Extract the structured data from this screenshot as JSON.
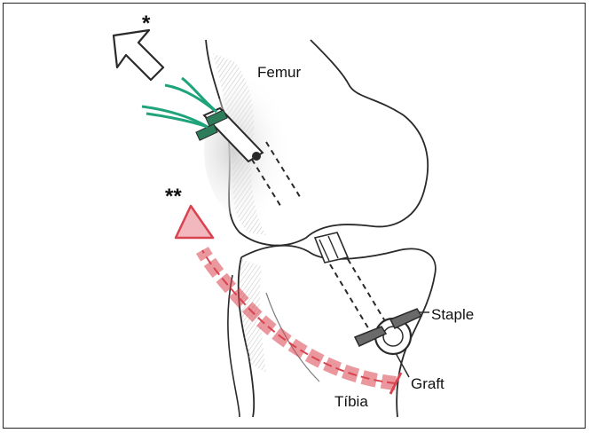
{
  "labels": {
    "femur": "Femur",
    "staple": "Staple",
    "graft": "Graft",
    "tibia": "Tíbia",
    "single_asterisk": "*",
    "double_asterisk": "**"
  },
  "colors": {
    "outline": "#2a2a2a",
    "suture": "#1fa37a",
    "arrow_red": "#d9434f",
    "arrow_fill": "#f2b8bd",
    "shading": "#c9c9c9"
  },
  "icons": {
    "pull_arrow": "outline-arrow-up-left",
    "graft_path_arrow": "dashed-curved-arrow"
  }
}
